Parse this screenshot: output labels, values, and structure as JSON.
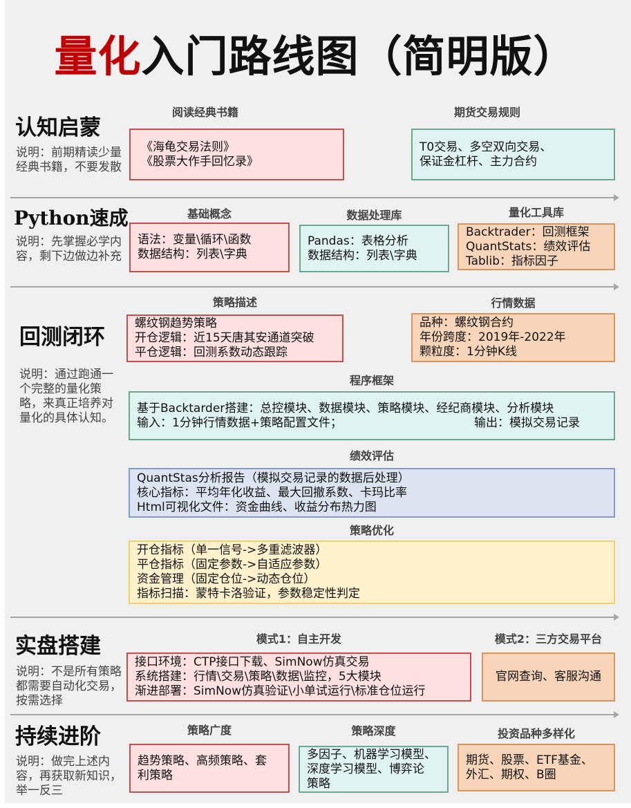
{
  "title": {
    "highlight": "量化",
    "rest": "入门路线图（简明版）",
    "highlight_color": "#c00000"
  },
  "colors": {
    "pink": "#fde0df",
    "pink_border": "#c0504d",
    "teal": "#e0f3f3",
    "teal_border": "#6aa88f",
    "orange": "#f8d5b8",
    "orange_border": "#d4955e",
    "blue": "#dce3f1",
    "blue_border": "#7f9bcf",
    "yellow": "#fff1cc",
    "yellow_border": "#f2d16b",
    "arrow": "#a6a6a6"
  },
  "stages": [
    {
      "heading": "认知启蒙",
      "description": "说明：前期精读少量经典书籍，不要发散",
      "blocks": [
        {
          "label": "阅读经典书籍",
          "lines": [
            "《海龟交易法则》",
            "《股票大作手回忆录》"
          ]
        },
        {
          "label": "期货交易规则",
          "lines": [
            "T0交易、多空双向交易、",
            "保证金杠杆、主力合约"
          ]
        }
      ]
    },
    {
      "heading": "Python速成",
      "description": "说明：先掌握必学内容，剩下边做边补充",
      "blocks": [
        {
          "label": "基础概念",
          "lines": [
            "语法：变量\\循环\\函数",
            "数据结构：列表\\字典"
          ]
        },
        {
          "label": "数据处理库",
          "lines": [
            "Pandas：表格分析",
            "数据结构：列表\\字典"
          ]
        },
        {
          "label": "量化工具库",
          "lines": [
            "Backtrader：回测框架",
            "QuantStats：绩效评估",
            "Tablib：指标因子"
          ]
        }
      ]
    },
    {
      "heading": "回测闭环",
      "description": "说明：通过跑通一个完整的量化策略，来真正培养对量化的具体认知。",
      "blocks": [
        {
          "label": "策略描述",
          "lines": [
            "螺纹钢趋势策略",
            "开仓逻辑：近15天唐其安通道突破",
            "平仓逻辑：回测系数动态跟踪"
          ]
        },
        {
          "label": "行情数据",
          "lines": [
            "品种：螺纹钢合约",
            "年份跨度：2019年-2022年",
            "颗粒度：1分钟K线"
          ]
        },
        {
          "label": "程序框架",
          "lines": [
            "基于Backtarder搭建：总控模块、数据模块、策略模块、经纪商模块、分析模块",
            "输入：1分钟行情数据+策略配置文件；"
          ],
          "right_text": "输出：模拟交易记录"
        },
        {
          "label": "绩效评估",
          "lines": [
            "QuantStas分析报告（模拟交易记录的数据后处理）",
            "核心指标：平均年化收益、最大回撤系数、卡玛比率",
            "Html可视化文件：资金曲线、收益分布热力图"
          ]
        },
        {
          "label": "策略优化",
          "lines": [
            "开仓指标（单一信号->多重滤波器）",
            "平仓指标（固定参数->自适应参数）",
            "资金管理（固定仓位->动态仓位）",
            "指标扫描：蒙特卡洛验证，参数稳定性判定"
          ]
        }
      ]
    },
    {
      "heading": "实盘搭建",
      "description": "说明：不是所有策略都需要自动化交易，按需选择",
      "blocks": [
        {
          "label": "模式1：自主开发",
          "lines": [
            "接口环境：CTP接口下载、SimNow仿真交易",
            "系统搭建：行情\\交易\\策略\\数据\\监控，5大模块",
            "渐进部署：SimNow仿真验证\\小单试运行\\标准仓位运行"
          ]
        },
        {
          "label": "模式2：三方交易平台",
          "lines": [
            "官网查询、客服沟通"
          ]
        }
      ]
    },
    {
      "heading": "持续进阶",
      "description": "说明：做完上述内容，再获取新知识，举一反三",
      "blocks": [
        {
          "label": "策略广度",
          "lines": [
            "趋势策略、高频策略、套",
            "利策略"
          ]
        },
        {
          "label": "策略深度",
          "lines": [
            "多因子、机器学习模型、",
            "深度学习模型、博弈论",
            "策略"
          ]
        },
        {
          "label": "投资品种多样化",
          "lines": [
            "期货、股票、ETF基金、",
            "外汇、期权、B圈"
          ]
        }
      ]
    }
  ]
}
